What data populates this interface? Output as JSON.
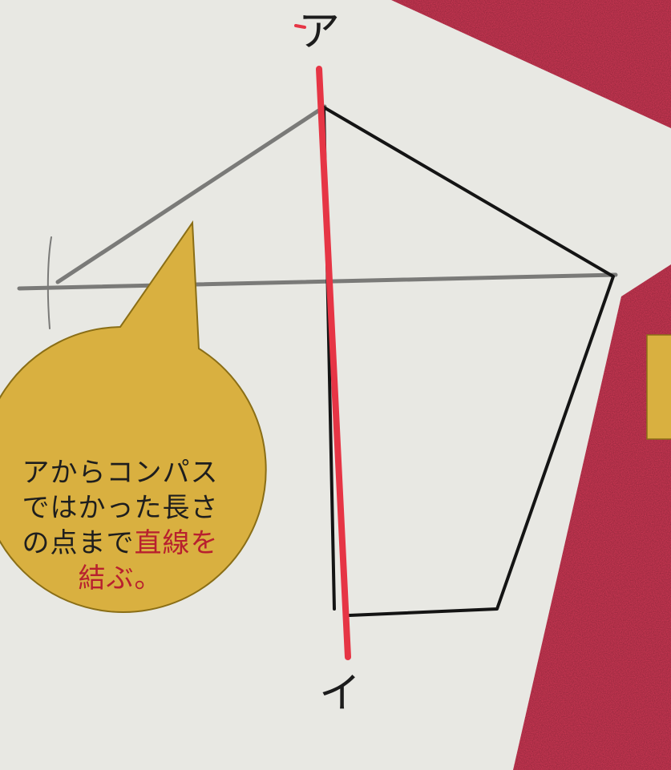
{
  "labels": {
    "top_point": "ア",
    "bottom_point": "イ"
  },
  "callout": {
    "line1": "アからコンパス",
    "line2": "ではかった長さ",
    "line3_prefix": "の点まで",
    "line3_highlight": "直線を",
    "line4": "結ぶ。"
  },
  "colors": {
    "table_background": "#d63a58",
    "paper": "#e9e9e4",
    "red_line": "#e63545",
    "callout_fill": "#d9b040",
    "highlight_text": "#b8202e"
  },
  "icons": {
    "callout": "speech-bubble",
    "arrow_tab": "yellow-tab"
  }
}
